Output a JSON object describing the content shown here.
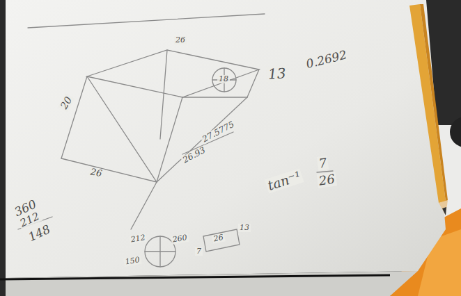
{
  "diagram": {
    "labels": [
      "26",
      "13",
      "0.2692",
      "20",
      "26",
      "26.93",
      "27.5775",
      "tan⁻¹",
      "7",
      "26",
      "360",
      "212",
      "148",
      "212",
      "260",
      "150",
      "26",
      "7",
      "13",
      "18"
    ]
  }
}
